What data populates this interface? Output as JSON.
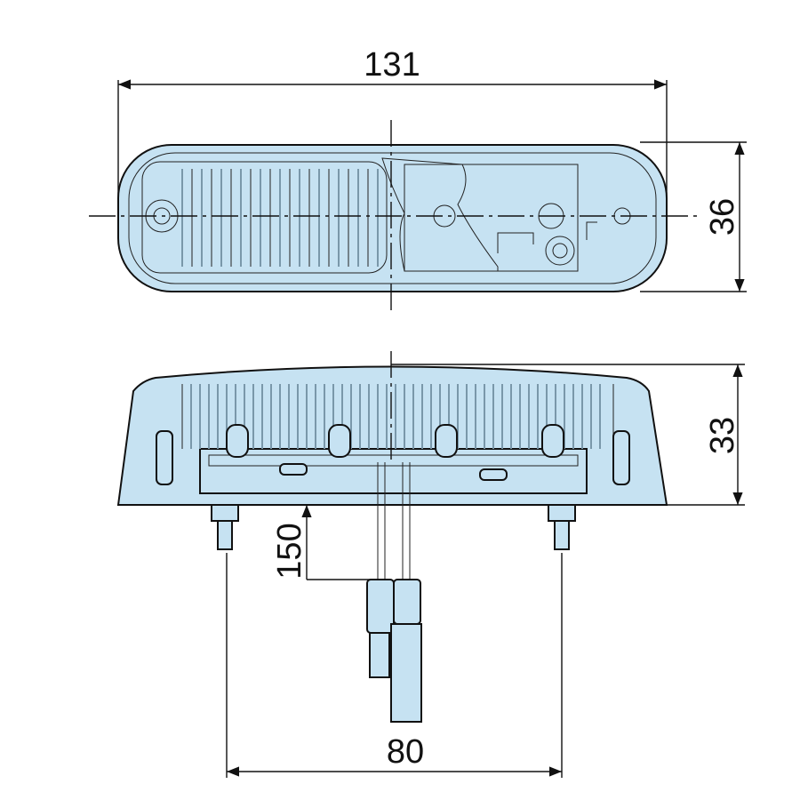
{
  "drawing": {
    "dimensions": {
      "length": "131",
      "width": "36",
      "height": "33",
      "cable_length": "150",
      "mount_spacing": "80"
    },
    "colors": {
      "fill": "#c6e2f2",
      "line": "#111111"
    }
  }
}
